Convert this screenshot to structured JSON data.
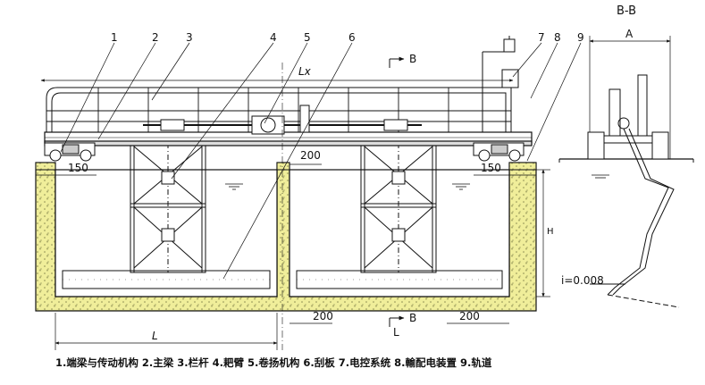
{
  "drawing": {
    "section_title": "B-B",
    "callouts": [
      "1",
      "2",
      "3",
      "4",
      "5",
      "6",
      "7",
      "8",
      "9"
    ],
    "dimensions": {
      "lx": "Lx",
      "l": "L",
      "a": "A",
      "h": "H",
      "gap_150_left": "150",
      "gap_150_right": "150",
      "gap_200_top": "200",
      "gap_200_bottom_left": "200",
      "gap_200_bottom_right": "200",
      "slope": "i=0.008"
    },
    "section_marks": {
      "top": "B",
      "bottom_l": "L",
      "bottom_b": "B"
    },
    "colors": {
      "concrete": "#f0ee9a",
      "line": "#111111"
    }
  },
  "caption": "1.端梁与传动机构 2.主梁 3.栏杆 4.耙臂 5.卷扬机构 6.刮板 7.电控系统 8.輸配电装置 9.轨道"
}
